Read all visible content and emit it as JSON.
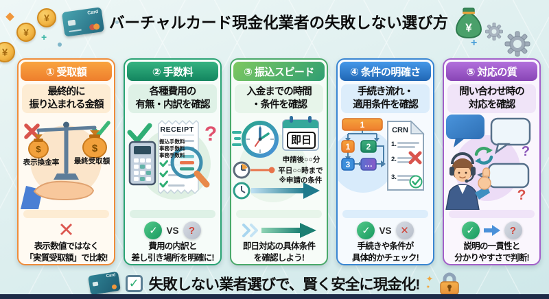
{
  "page": {
    "title": "バーチャルカード現金化業者の失敗しない選び方",
    "footer_text": "失敗しない業者選びで、賢く安全に現金化!",
    "yen_symbol": "¥",
    "card_brand_label": "Card",
    "vs_label": "VS"
  },
  "icons": {
    "check": "✓",
    "cross": "✕",
    "question": "?"
  },
  "colors": {
    "col1_accent": "#ef8c3a",
    "col2_accent": "#2aa374",
    "col3_accent": "#4aa96a",
    "col4_accent": "#3a86d2",
    "col5_accent": "#a25fc9",
    "footer_bar": "#1d2b47"
  },
  "columns": [
    {
      "header": "① 受取額",
      "subtitle1": "最終的に",
      "subtitle2": "振り込まれる金額",
      "scale_left_label": "表示換金率",
      "scale_right_label": "最終受取額",
      "money_symbol": "$",
      "conclusion1": "表示数値ではなく",
      "conclusion2": "「実質受取額」で比較!"
    },
    {
      "header": "② 手数料",
      "subtitle1": "各種費用の",
      "subtitle2": "有無・内訳を確認",
      "receipt_title": "RECEIPT",
      "receipt_items": [
        "振込手数料",
        "事務手数料",
        "事務手数料"
      ],
      "conclusion1": "費用の内訳と",
      "conclusion2": "差し引き場所を明確に!"
    },
    {
      "header": "③ 振込スピード",
      "subtitle1": "入金までの時間",
      "subtitle2": "・条件を確認",
      "badge": "即日",
      "note_minutes": "申請後○○分",
      "note_deadline": "平日○○時まで",
      "note_condition": "※申請の条件",
      "conclusion1": "即日対応の具体条件",
      "conclusion2": "を確認しよう!"
    },
    {
      "header": "④ 条件の明確さ",
      "subtitle1": "手続き流れ・",
      "subtitle2": "適用条件を確認",
      "flow_nodes": [
        "1",
        "1",
        "2",
        "3",
        "…"
      ],
      "doc_title": "CRN",
      "doc_items": [
        "1.",
        "2.",
        "3."
      ],
      "conclusion1": "手続きや条件が",
      "conclusion2": "具体的かチェック!"
    },
    {
      "header": "⑤ 対応の質",
      "subtitle1": "問い合わせ時の",
      "subtitle2": "対応を確認",
      "conclusion1": "説明の一貫性と",
      "conclusion2": "分かりやすさで判断!"
    }
  ]
}
